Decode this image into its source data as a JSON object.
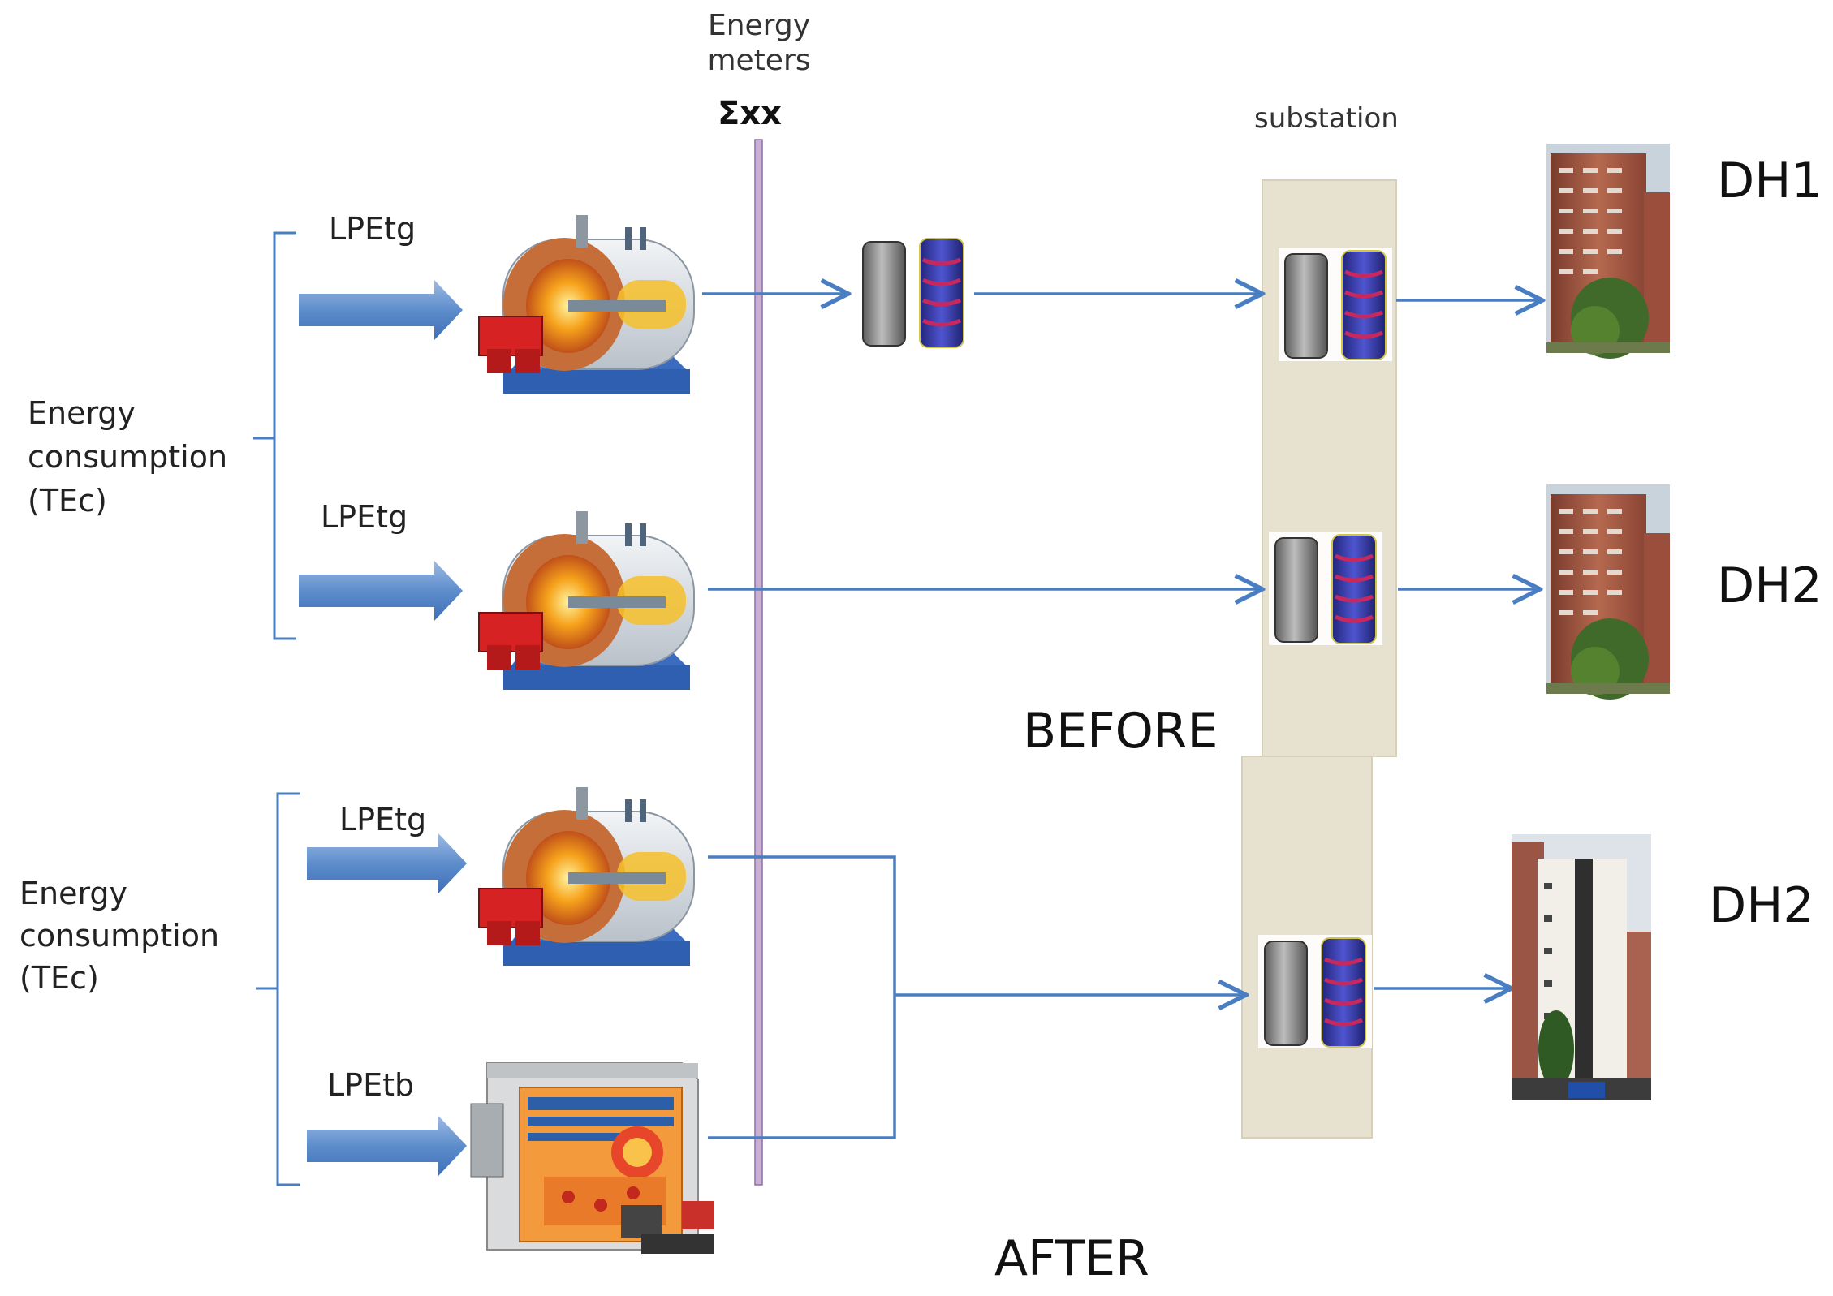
{
  "meters": {
    "title_line1": "Energy",
    "title_line2": "meters",
    "symbol": "Σxx"
  },
  "substation_label": "substation",
  "before": {
    "label": "BEFORE",
    "consumption": {
      "line1": "Energy",
      "line2": "consumption",
      "line3": "(TEc)"
    },
    "inputs": [
      "LPEtg",
      "LPEtg"
    ],
    "outputs": [
      "DH1",
      "DH2"
    ]
  },
  "after": {
    "label": "AFTER",
    "consumption": {
      "line1": "Energy",
      "line2": "consumption",
      "line3": "(TEc)"
    },
    "inputs": [
      "LPEtg",
      "LPEtb"
    ],
    "outputs": [
      "DH2"
    ]
  },
  "colors": {
    "flow": "#4a7ec2",
    "input_arrow": "#6d98d2",
    "meter_line": "#b79ac4",
    "substation_bg": "#e7e2cf",
    "boiler_body": "#d8dde3",
    "boiler_base": "#2f5fb0",
    "flame": "#f6a21b",
    "burner": "#d62222",
    "tank_grey": "#8c8c8c",
    "tank_blue": "#3c3fb8",
    "building_brick": "#a45a44",
    "building_white": "#f1efe8"
  }
}
